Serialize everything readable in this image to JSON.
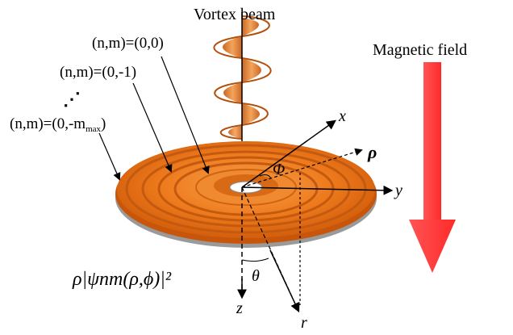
{
  "labels": {
    "vortex_beam": "Vortex beam",
    "magnetic_field": "Magnetic field",
    "mode_00": "(n,m)=(0,0)",
    "mode_01": "(n,m)=(0,-1)",
    "mode_0max": "(n,m)=(0,-m",
    "mode_0max_sub": "max",
    "mode_0max_close": ")",
    "ellipsis": "⋰",
    "density": "ρ|ψnm(ρ,ϕ)|²"
  },
  "axes": {
    "x": "x",
    "y": "y",
    "z": "z",
    "rho": "ρ",
    "r": "r",
    "Phi": "Φ",
    "theta": "θ"
  },
  "colors": {
    "disk": "#ee7a1c",
    "disk_dark": "#c8560a",
    "arrow_red": "#ff3b3b",
    "beam": "#e07018"
  }
}
